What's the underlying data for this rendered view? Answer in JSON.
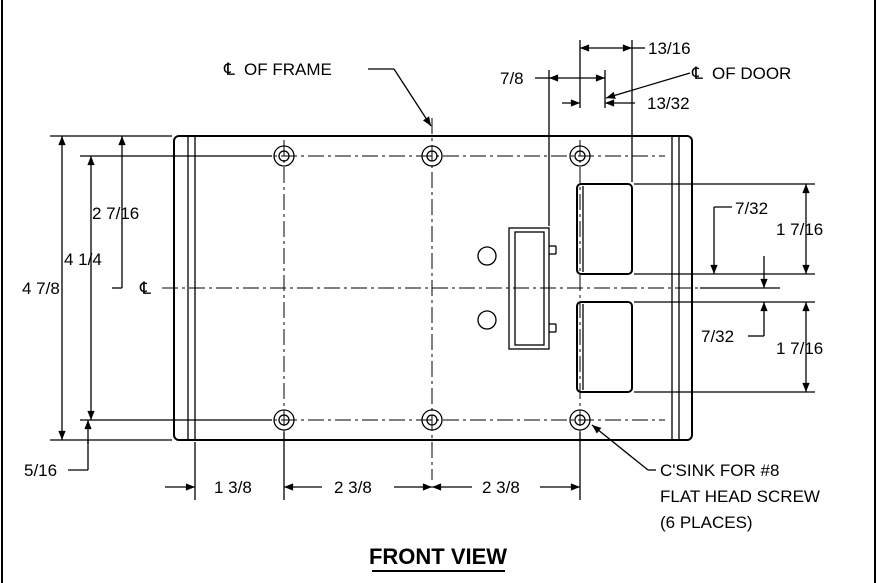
{
  "drawing": {
    "title": "FRONT VIEW",
    "centerline_symbol": "℄",
    "labels": {
      "cl_frame": "OF FRAME",
      "cl_door": "OF DOOR",
      "csink_line1": "C'SINK FOR #8",
      "csink_line2": "FLAT HEAD SCREW",
      "csink_line3": "(6 PLACES)"
    },
    "dimensions": {
      "top_13_16": "13/16",
      "top_7_8": "7/8",
      "top_13_32": "13/32",
      "left_2_7_16": "2 7/16",
      "left_4_1_4": "4 1/4",
      "left_4_7_8": "4 7/8",
      "left_5_16": "5/16",
      "right_7_32_upper": "7/32",
      "right_7_32_lower": "7/32",
      "right_1_7_16_upper": "1 7/16",
      "right_1_7_16_lower": "1 7/16",
      "bottom_1_3_8": "1 3/8",
      "bottom_2_3_8_a": "2 3/8",
      "bottom_2_3_8_b": "2 3/8"
    }
  }
}
